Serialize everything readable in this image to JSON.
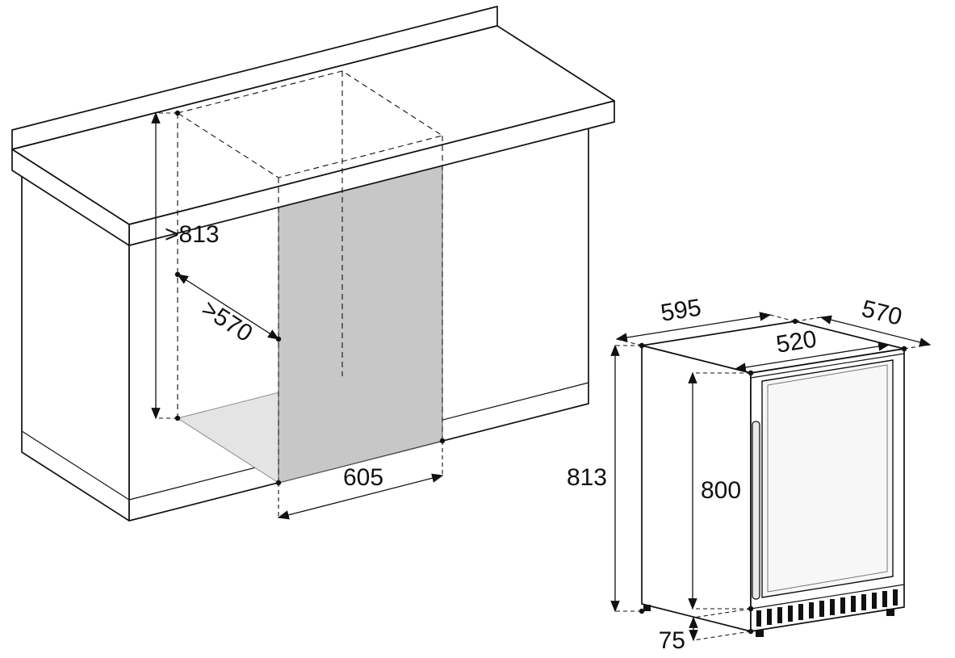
{
  "figure": {
    "type": "installation-dimension-diagram",
    "description": "Built-under appliance niche cutout and appliance outer dimensions"
  },
  "colors": {
    "line": "#111111",
    "panel_gray": "#c7c7c7",
    "floor_gray": "#e4e4e4",
    "glass": "#f7f7f7",
    "background": "#ffffff"
  },
  "niche": {
    "height_label": ">813",
    "depth_label": ">570",
    "width_label": "605"
  },
  "appliance": {
    "width_label": "595",
    "depth_label": "570",
    "door_width_label": "520",
    "height_overall_label": "813",
    "height_body_label": "800",
    "plinth_label": "75"
  }
}
